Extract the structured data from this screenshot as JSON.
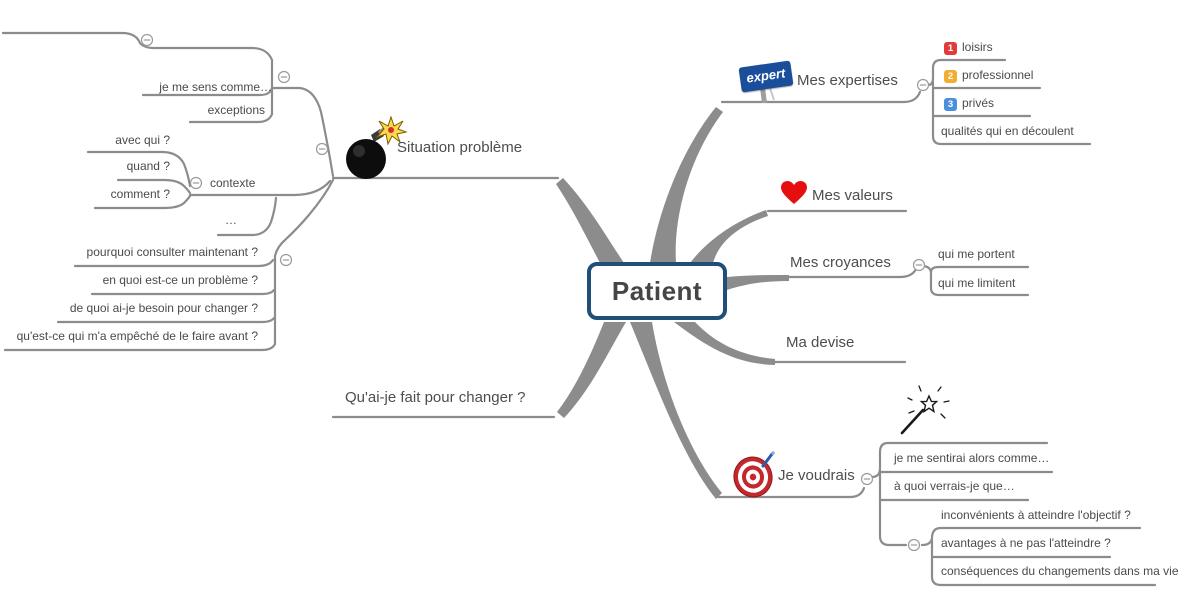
{
  "colors": {
    "line": "#8c8c8c",
    "text": "#4d4d4d",
    "root_border": "#1f4e79",
    "marker1": "#e23b3b",
    "marker2": "#f2ae30",
    "marker3": "#4d8fdb",
    "expert_badge_bg": "#1a4e9b",
    "heart": "#e60f0f",
    "target_red": "#c4272d"
  },
  "root": {
    "label": "Patient"
  },
  "left": {
    "situation": {
      "label": "Situation problème",
      "icon": "bomb",
      "children": [
        {
          "label": "je me sens comme…"
        },
        {
          "label": "exceptions"
        },
        {
          "label": "contexte",
          "children": [
            {
              "label": "avec qui ?"
            },
            {
              "label": "quand ?"
            },
            {
              "label": "comment ?"
            },
            {
              "label": "…"
            }
          ]
        },
        {
          "label": "pourquoi consulter maintenant ?"
        },
        {
          "label": "en quoi est-ce un problème ?"
        },
        {
          "label": "de quoi ai-je besoin pour changer ?"
        },
        {
          "label": "qu'est-ce qui m'a empêché de le faire avant ?"
        }
      ]
    },
    "quai_je_fait": {
      "label": "Qu'ai-je fait pour changer ?"
    }
  },
  "right": {
    "expertises": {
      "label": "Mes expertises",
      "badge": "expert",
      "children": [
        {
          "label": "loisirs",
          "marker": "1"
        },
        {
          "label": "professionnel",
          "marker": "2"
        },
        {
          "label": "privés",
          "marker": "3"
        },
        {
          "label": "qualités qui en découlent"
        }
      ]
    },
    "valeurs": {
      "label": "Mes valeurs",
      "icon": "heart"
    },
    "croyances": {
      "label": "Mes croyances",
      "children": [
        {
          "label": "qui me portent"
        },
        {
          "label": "qui me limitent"
        }
      ]
    },
    "devise": {
      "label": "Ma devise"
    },
    "je_voudrais": {
      "label": "Je voudrais",
      "icon": "target",
      "children": [
        {
          "label": "je me sentirai alors comme…"
        },
        {
          "label": "à quoi verrais-je que…"
        }
      ],
      "subgroup": [
        {
          "label": "inconvénients à atteindre l'objectif ?"
        },
        {
          "label": "avantages à ne pas l'atteindre ?"
        },
        {
          "label": "conséquences du changements dans ma vie"
        }
      ]
    }
  }
}
